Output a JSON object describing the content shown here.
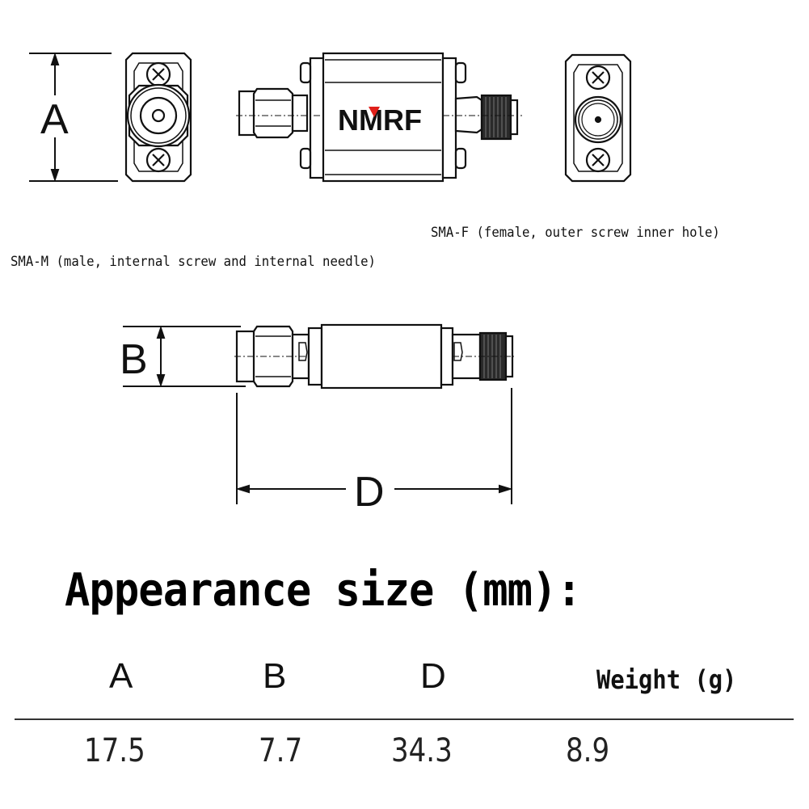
{
  "diagram": {
    "brand_logo": {
      "text": "NMRF",
      "accent_color": "#e0201a"
    },
    "dimension_labels": {
      "a": "A",
      "b": "B",
      "d": "D"
    },
    "captions": {
      "female": "SMA-F (female, outer screw inner hole)",
      "male": "SMA-M (male, internal screw and internal needle)"
    },
    "views": [
      "male-end-view",
      "top-view",
      "female-end-view",
      "side-view"
    ]
  },
  "specs": {
    "title": "Appearance size (mm):",
    "headers": [
      "A",
      "B",
      "D",
      "Weight (g)"
    ],
    "values": [
      "17.5",
      "7.7",
      "34.3",
      "8.9"
    ]
  }
}
